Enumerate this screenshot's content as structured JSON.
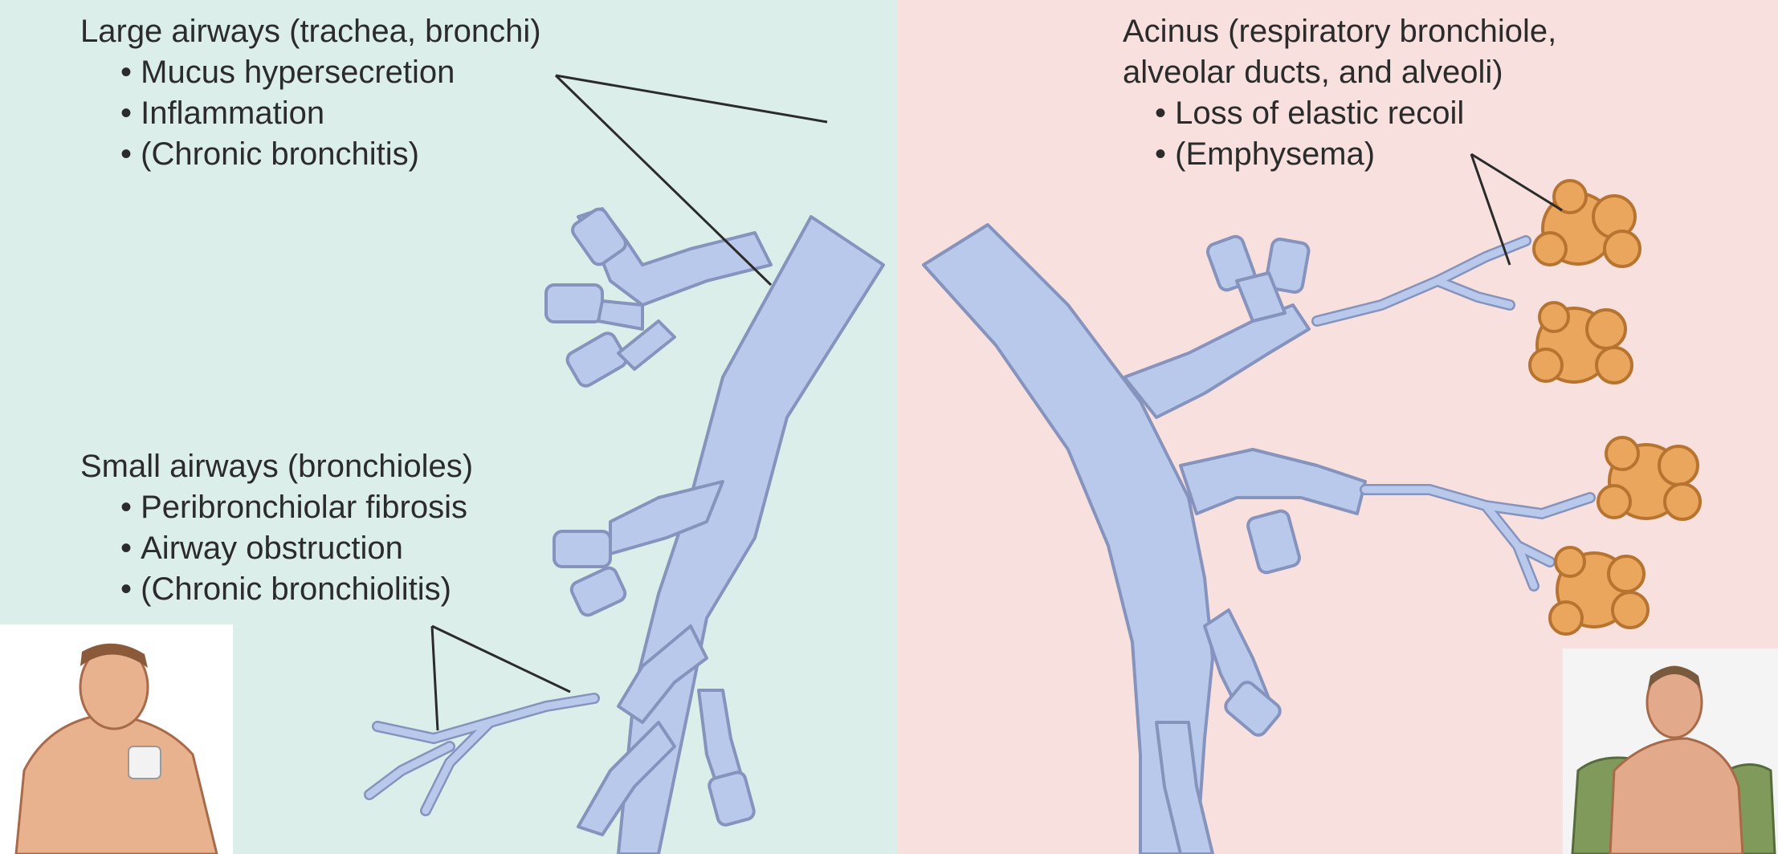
{
  "colors": {
    "left_panel": "#dceee9",
    "right_panel": "#f7e0dd",
    "airway_fill": "#b9c9ec",
    "airway_stroke": "#8593bd",
    "acinus_fill": "#eaa65c",
    "acinus_stroke": "#b77430",
    "leader_line": "#2b2b2b",
    "text": "#2b2b2b"
  },
  "labels": {
    "large_airways": {
      "heading": "Large airways (trachea, bronchi)",
      "items": [
        "Mucus hypersecretion",
        "Inflammation",
        "(Chronic bronchitis)"
      ]
    },
    "acinus": {
      "heading_line1": "Acinus (respiratory bronchiole,",
      "heading_line2": "alveolar ducts, and alveoli)",
      "items": [
        "Loss of elastic recoil",
        "(Emphysema)"
      ]
    },
    "small_airways": {
      "heading": "Small airways (bronchioles)",
      "items": [
        "Peribronchiolar fibrosis",
        "Airway obstruction",
        "(Chronic bronchiolitis)"
      ]
    }
  },
  "figures": {
    "left_portrait": "chronic-bronchitis-patient-illustration",
    "right_portrait": "emphysema-patient-illustration"
  }
}
